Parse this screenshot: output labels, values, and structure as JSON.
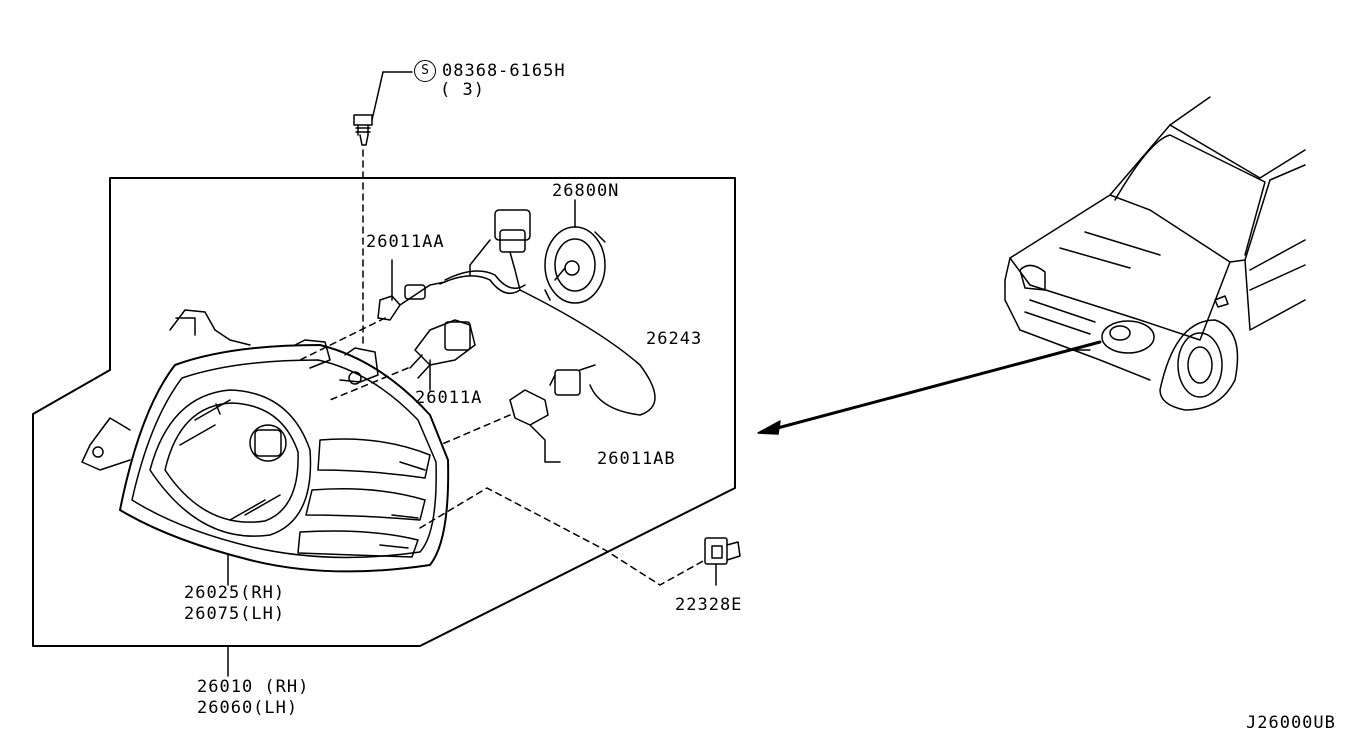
{
  "diagram": {
    "fastener": {
      "symbol": "S",
      "part": "08368-6165H",
      "qty": "( 3)"
    },
    "parts": {
      "bulb_socket_cover": "26800N",
      "position_bulb": "26011AA",
      "harness": "26243",
      "headlamp_bulb": "26011A",
      "side_bulb": "26011AB",
      "clip": "22328E",
      "lens_rh": "26025(RH)",
      "lens_lh": "26075(LH)",
      "assembly_rh": "26010 (RH)",
      "assembly_lh": "26060(LH)"
    },
    "diagram_code": "J26000UB"
  }
}
